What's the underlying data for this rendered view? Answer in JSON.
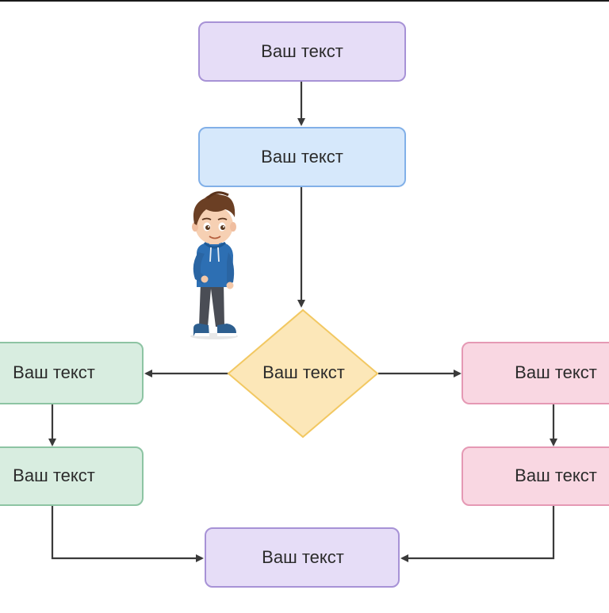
{
  "nodes": [
    {
      "id": "n1",
      "label": "Ваш текст",
      "shape": "rect",
      "fill": "#E6DDF7",
      "stroke": "#A792D6"
    },
    {
      "id": "n2",
      "label": "Ваш текст",
      "shape": "rect",
      "fill": "#D6E8FB",
      "stroke": "#82B0E8"
    },
    {
      "id": "n3",
      "label": "Ваш текст",
      "shape": "diamond",
      "fill": "#FCE7B8",
      "stroke": "#F2C862"
    },
    {
      "id": "n4",
      "label": "Ваш текст",
      "shape": "rect",
      "fill": "#D8EDE0",
      "stroke": "#8DC4A3"
    },
    {
      "id": "n5",
      "label": "Ваш текст",
      "shape": "rect",
      "fill": "#D8EDE0",
      "stroke": "#8DC4A3"
    },
    {
      "id": "n6",
      "label": "Ваш текст",
      "shape": "rect",
      "fill": "#F9D7E2",
      "stroke": "#E599B4"
    },
    {
      "id": "n7",
      "label": "Ваш текст",
      "shape": "rect",
      "fill": "#F9D7E2",
      "stroke": "#E599B4"
    },
    {
      "id": "n8",
      "label": "Ваш текст",
      "shape": "rect",
      "fill": "#E6DDF7",
      "stroke": "#A792D6"
    }
  ],
  "edges": [
    {
      "from": "n1",
      "to": "n2"
    },
    {
      "from": "n2",
      "to": "n3"
    },
    {
      "from": "n3",
      "to": "n4"
    },
    {
      "from": "n3",
      "to": "n6"
    },
    {
      "from": "n4",
      "to": "n5"
    },
    {
      "from": "n6",
      "to": "n7"
    },
    {
      "from": "n5",
      "to": "n8"
    },
    {
      "from": "n7",
      "to": "n8"
    }
  ],
  "colors": {
    "arrow": "#3a3a3a",
    "text": "#2b2b2b"
  },
  "character": {
    "icon": "cartoon-boy-illustration"
  }
}
